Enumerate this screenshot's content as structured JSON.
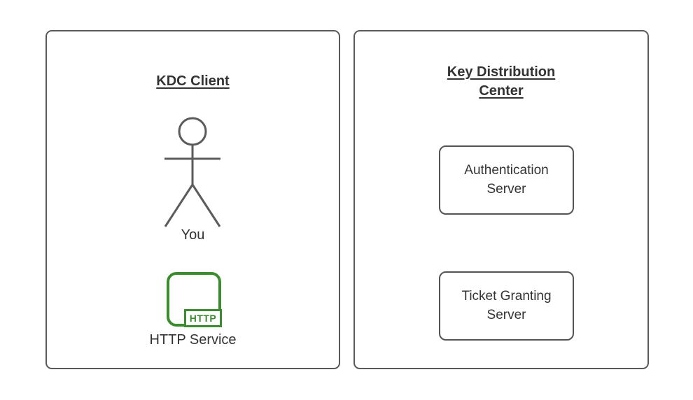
{
  "client_panel": {
    "title": "KDC Client",
    "actor_label": "You",
    "service_badge": "HTTP",
    "service_label": "HTTP Service"
  },
  "kdc_panel": {
    "title": "Key Distribution\nCenter",
    "nodes": [
      {
        "label": "Authentication\nServer"
      },
      {
        "label": "Ticket Granting\nServer"
      }
    ]
  },
  "colors": {
    "border_gray": "#595959",
    "text_dark": "#333333",
    "accent_green": "#3b8c2e"
  }
}
